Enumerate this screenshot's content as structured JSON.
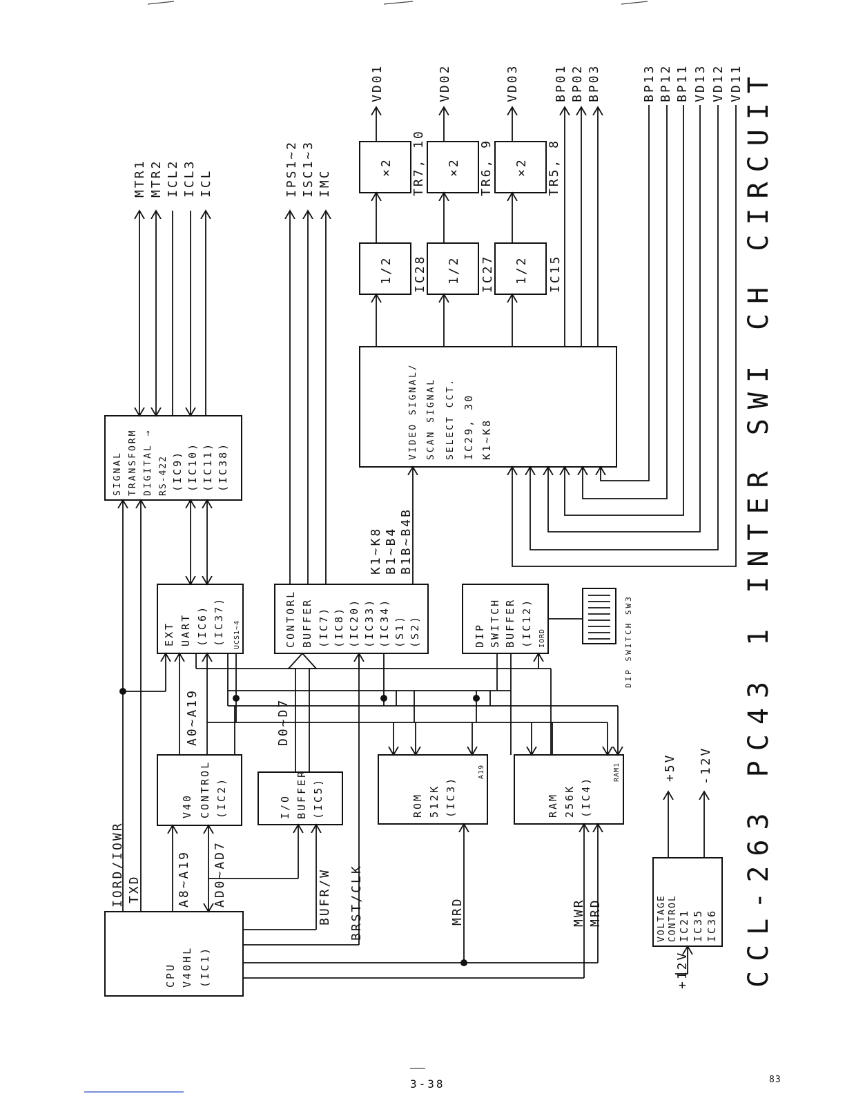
{
  "title": "CCL-263 PC43 1 INTER SWI CH CIRCUIT",
  "page_number": "3-38",
  "corner_mark": "83",
  "blocks": {
    "cpu": [
      "CPU",
      "V40HL",
      "(IC1)"
    ],
    "v40_control": [
      "V40",
      "CONTROL",
      "(IC2)"
    ],
    "io_buffer": [
      "I/O",
      "BUFFER",
      "(IC5)"
    ],
    "rom": [
      "ROM",
      "512K",
      "(IC3)",
      "A19"
    ],
    "ram": [
      "RAM",
      "256K",
      "(IC4)",
      "RAM1"
    ],
    "voltage_control": [
      "VOLTAGE",
      "CONTROL",
      "IC21",
      "IC35",
      "IC36"
    ],
    "ext_uart": [
      "EXT",
      "UART",
      "(IC6)",
      "(IC37)",
      "UCS1~4"
    ],
    "control_buffer": [
      "CONTORL",
      "BUFFER",
      "(IC7)",
      "(IC8)",
      "(IC20)",
      "(IC33)",
      "(IC34)",
      "(S1)",
      "(S2)"
    ],
    "dip_buffer": [
      "DIP",
      "SWITCH",
      "BUFFER",
      "(IC12)",
      "IORD"
    ],
    "signal_transform": [
      "SIGNAL",
      "TRANSFORM",
      "DIGITAL →",
      "RS-422",
      "(IC9)",
      "(IC10)",
      "(IC11)",
      "(IC38)"
    ],
    "video_select": [
      "VIDEO SIGNAL/",
      "SCAN SIGNAL",
      "SELECT CCT.",
      "IC29, 30",
      "K1~K8"
    ],
    "half_1": "1/2",
    "half_2": "1/2",
    "half_3": "1/2",
    "x2_1": "×2",
    "x2_2": "×2",
    "x2_3": "×2"
  },
  "labels": {
    "iord_iowr": "IORD/IOWR",
    "txd": "TXD",
    "a8_a19": "A8~A19",
    "ad0_ad7": "AD0~AD7",
    "bufr_w": "BUFR/W",
    "brst_clk": "BRST/CLK",
    "mrd_rom": "MRD",
    "mwr": "MWR",
    "mrd_ram": "MRD",
    "a0_a19": "A0~A19",
    "d0_d7": "D0~D7",
    "k1_k8": "K1~K8",
    "b1_b4": "B1~B4",
    "b1b_b4b": "B1B~B4B",
    "dip_switch_sw3": "DIP SWITCH SW3",
    "plus12v": "+12V",
    "plus5v": "+5V",
    "minus12v": "-12V",
    "ic28": "IC28",
    "ic27": "IC27",
    "ic15": "IC15",
    "tr7_10": "TR7, 10",
    "tr6_9": "TR6, 9",
    "tr5_8": "TR5, 8"
  },
  "outputs_left": [
    "MTR1",
    "MTR2",
    "ICL2",
    "ICL3",
    "ICL"
  ],
  "outputs_mid": [
    "IPS1~2",
    "ISC1~3",
    "IMC"
  ],
  "outputs_video": [
    "VD01",
    "VD02",
    "VD03"
  ],
  "outputs_bp": [
    "BP01",
    "BP02",
    "BP03"
  ],
  "inputs_right": [
    "BP13",
    "BP12",
    "BP11",
    "VD13",
    "VD12",
    "VD11"
  ]
}
